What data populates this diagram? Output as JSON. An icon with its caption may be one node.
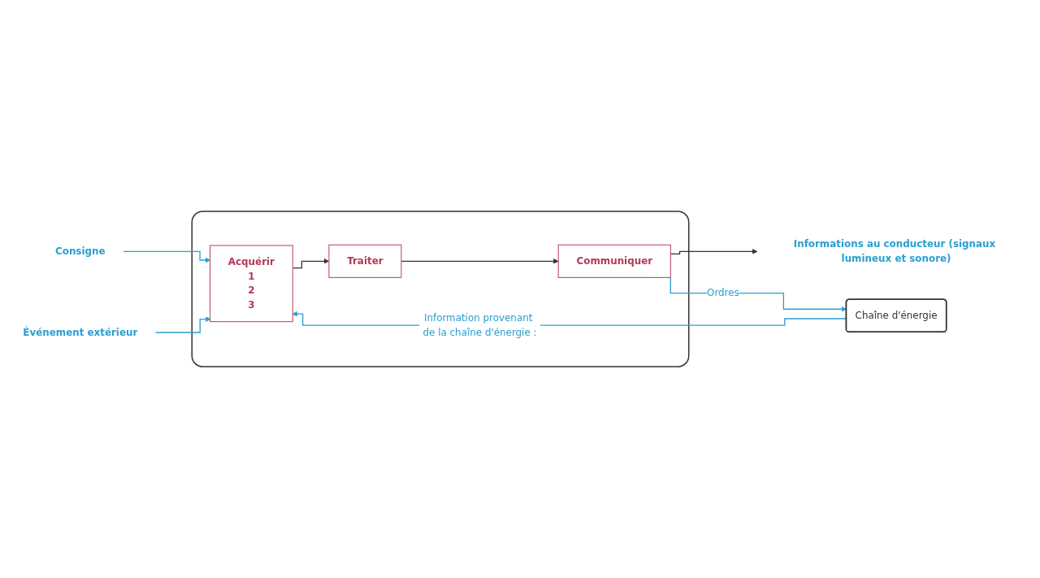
{
  "diagram": {
    "nodes": [
      {
        "text": [],
        "shape": "box"
      },
      {
        "text": [
          "Acquérir",
          "1",
          "2",
          "3"
        ],
        "in": 0
      },
      {
        "text": [
          "Traiter"
        ],
        "in": 0
      },
      {
        "text": [
          "Communiquer"
        ],
        "in": 0
      },
      {
        "text": [
          "Chaîne d'énergie"
        ]
      },
      {
        "text": [
          "Consigne"
        ]
      },
      {
        "text": [
          "Événement extérieur"
        ]
      },
      {
        "text": [
          "Informations au conducteur (signaux lumineux et sonore)"
        ]
      }
    ],
    "edges": [
      {
        "from": 4,
        "to": 1,
        "arrow": "to",
        "label": "Information provenant de la chaîne d'énergie :"
      },
      {
        "from": 5,
        "to": 1,
        "arrow": "to"
      },
      {
        "from": 6,
        "to": 1,
        "arrow": "to"
      },
      {
        "from": 1,
        "to": 2,
        "arrow": "to",
        "color": "#333333"
      },
      {
        "from": 2,
        "to": 3,
        "arrow": "to",
        "color": "#333333"
      },
      {
        "from": 3,
        "to": 7,
        "arrow": "to",
        "color": "#333333"
      },
      {
        "from": 3,
        "to": 4,
        "arrow": "to",
        "label": "Ordres"
      }
    ]
  }
}
